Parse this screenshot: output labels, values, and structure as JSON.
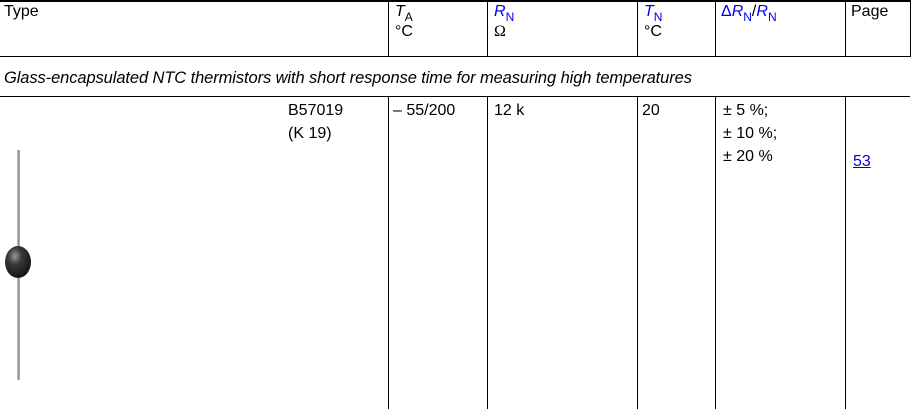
{
  "header": {
    "type": "Type",
    "ta": {
      "base": "T",
      "sub": "A",
      "unit": "°C"
    },
    "rn": {
      "base": "R",
      "sub": "N",
      "unit": "Ω"
    },
    "tn": {
      "base": "T",
      "sub": "N",
      "unit": "°C"
    },
    "tolerance": {
      "delta": "Δ",
      "r1": "R",
      "s1": "N",
      "slash": "/",
      "r2": "R",
      "s2": "N"
    },
    "page": "Page"
  },
  "caption": "Glass-encapsulated NTC thermistors with short response time for measuring high temperatures",
  "row": {
    "part_number": "B57019",
    "code": "(K 19)",
    "ta_range": "– 55/200",
    "rn": "12 k",
    "tn": "20",
    "tolerances": [
      "±   5 %;",
      "± 10 %;",
      "± 20 %"
    ],
    "page": "53"
  },
  "image": {
    "depicts": "glass-encapsulated-ntc-thermistor",
    "icon": "thermistor-bead-icon"
  },
  "colors": {
    "symbol_blue": "#0000ee",
    "link_blue": "#0000ee",
    "rule": "#000000",
    "text": "#000000"
  }
}
